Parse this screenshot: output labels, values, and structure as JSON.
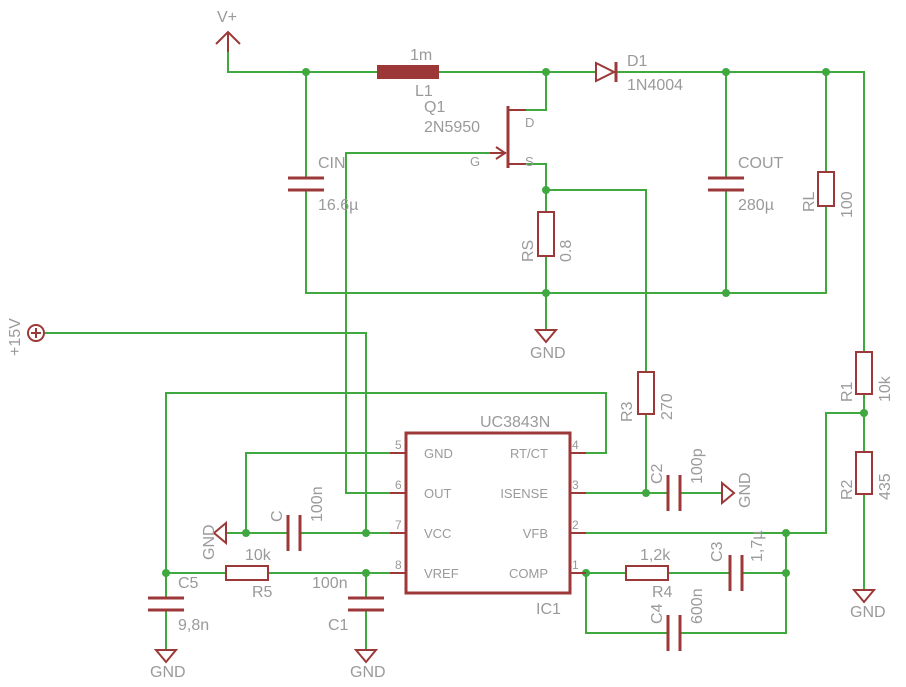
{
  "supply": {
    "vplus": "V+",
    "vin": "+15V"
  },
  "components": {
    "L1": {
      "name": "L1",
      "value": "1m"
    },
    "D1": {
      "name": "D1",
      "value": "1N4004"
    },
    "Q1": {
      "name": "Q1",
      "value": "2N5950",
      "pin_d": "D",
      "pin_g": "G",
      "pin_s": "S"
    },
    "CIN": {
      "name": "CIN",
      "value": "16.6µ"
    },
    "COUT": {
      "name": "COUT",
      "value": "280µ"
    },
    "RL": {
      "name": "RL",
      "value": "100"
    },
    "RS": {
      "name": "RS",
      "value": "0.8"
    },
    "R1": {
      "name": "R1",
      "value": "10k"
    },
    "R2": {
      "name": "R2",
      "value": "435"
    },
    "R3": {
      "name": "R3",
      "value": "270"
    },
    "C2": {
      "name": "C2",
      "value": "100p"
    },
    "C": {
      "name": "C",
      "value": "100n"
    },
    "R5": {
      "name": "R5",
      "value": "10k"
    },
    "C5": {
      "name": "C5",
      "value": "9,8n"
    },
    "C1": {
      "name": "C1",
      "value": "100n"
    },
    "R4": {
      "name": "R4",
      "value": "1,2k"
    },
    "C3": {
      "name": "C3",
      "value": "1,7µ"
    },
    "C4": {
      "name": "C4",
      "value": "600n"
    }
  },
  "ic": {
    "part": "UC3843N",
    "ref": "IC1",
    "pins_left": [
      {
        "num": "5",
        "name": "GND"
      },
      {
        "num": "6",
        "name": "OUT"
      },
      {
        "num": "7",
        "name": "VCC"
      },
      {
        "num": "8",
        "name": "VREF"
      }
    ],
    "pins_right": [
      {
        "num": "4",
        "name": "RT/CT"
      },
      {
        "num": "3",
        "name": "ISENSE"
      },
      {
        "num": "2",
        "name": "VFB"
      },
      {
        "num": "1",
        "name": "COMP"
      }
    ]
  },
  "gnd_label": "GND",
  "colors": {
    "wire": "#3fa83f",
    "symbol": "#9c3838",
    "text": "#9a9a9a"
  }
}
